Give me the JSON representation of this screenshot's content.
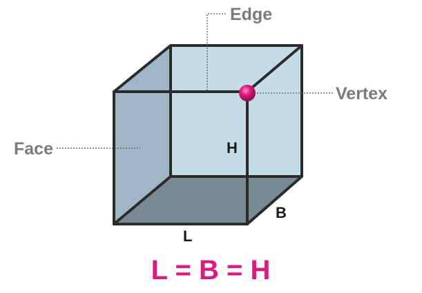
{
  "labels": {
    "edge": "Edge",
    "vertex": "Vertex",
    "face": "Face",
    "height": "H",
    "breadth": "B",
    "length": "L"
  },
  "formula": "L = B = H",
  "colors": {
    "back_face": "#c3dce6",
    "left_face": "#9fb6c6",
    "bottom_face": "#788a93",
    "edges": "#2b2b2b",
    "vertex": "#e0177f",
    "callout_text": "#7a7a7a",
    "formula": "#e0177f"
  }
}
